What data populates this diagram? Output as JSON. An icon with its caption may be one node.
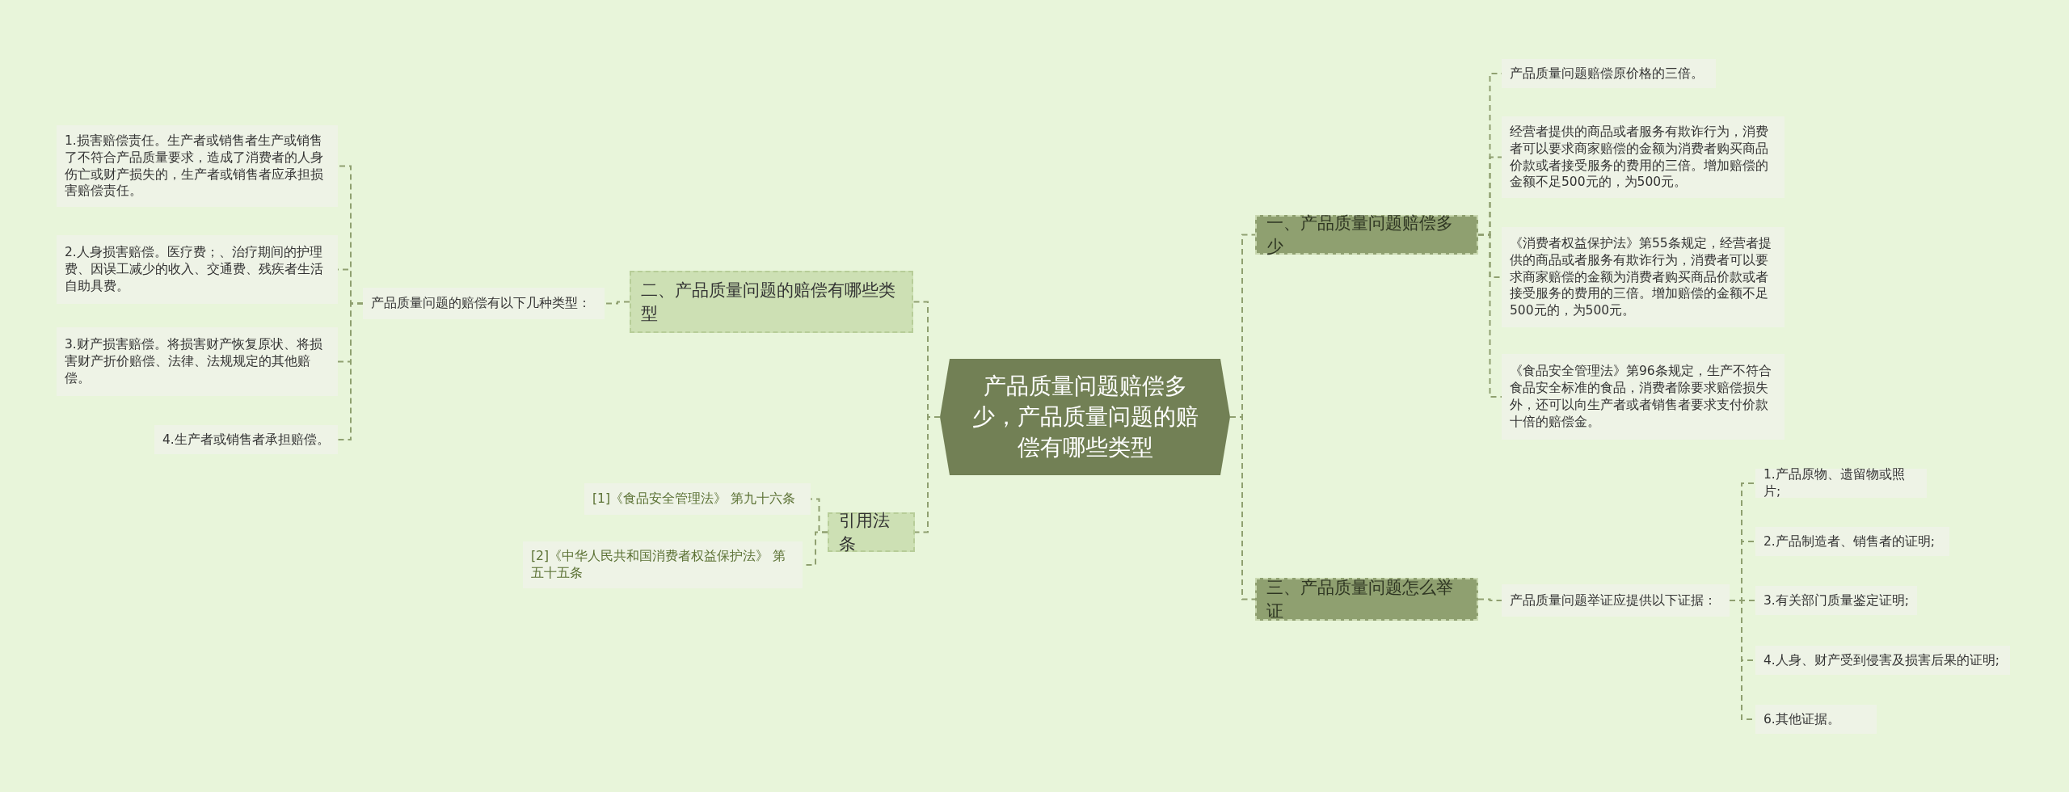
{
  "diagram": {
    "nodes": [
      {
        "text": [
          "产品质量问题赔偿多少，产品质量问题的赔偿有哪些类型"
        ]
      },
      {
        "text": [
          "一、产品质量问题赔偿多少"
        ]
      },
      {
        "text": [
          "产品质量问题赔偿原价格的三倍。"
        ]
      },
      {
        "text": [
          "经营者提供的商品或者服务有欺诈行为，消费者可以要求商家赔偿的金额为消费者购买商品价款或者接受服务的费用的三倍。增加赔偿的金额不足500元的，为500元。"
        ]
      },
      {
        "text": [
          "《消费者权益保护法》第55条规定，经营者提供的商品或者服务有欺诈行为，消费者可以要求商家赔偿的金额为消费者购买商品价款或者接受服务的费用的三倍。增加赔偿的金额不足500元的，为500元。"
        ]
      },
      {
        "text": [
          "《食品安全管理法》第96条规定，生产不符合食品安全标准的食品，消费者除要求赔偿损失外，还可以向生产者或者销售者要求支付价款十倍的赔偿金。"
        ]
      },
      {
        "text": [
          "三、产品质量问题怎么举证"
        ]
      },
      {
        "text": [
          "产品质量问题举证应提供以下证据："
        ]
      },
      {
        "text": [
          "1.产品原物、遗留物或照片;"
        ]
      },
      {
        "text": [
          "2.产品制造者、销售者的证明;"
        ]
      },
      {
        "text": [
          "3.有关部门质量鉴定证明;"
        ]
      },
      {
        "text": [
          "4.人身、财产受到侵害及损害后果的证明;"
        ]
      },
      {
        "text": [
          "6.其他证据。"
        ]
      },
      {
        "text": [
          "二、产品质量问题的赔偿有哪些类型"
        ]
      },
      {
        "text": [
          "产品质量问题的赔偿有以下几种类型："
        ]
      },
      {
        "text": [
          "1.损害赔偿责任。生产者或销售者生产或销售了不符合产品质量要求，造成了消费者的人身伤亡或财产损失的，生产者或销售者应承担损害赔偿责任。"
        ]
      },
      {
        "text": [
          "2.人身损害赔偿。医疗费；、治疗期间的护理费、因误工减少的收入、交通费、残疾者生活自助具费。"
        ]
      },
      {
        "text": [
          "3.财产损害赔偿。将损害财产恢复原状、将损害财产折价赔偿、法律、法规规定的其他赔偿。"
        ]
      },
      {
        "text": [
          "4.生产者或销售者承担赔偿。"
        ]
      },
      {
        "text": [
          "引用法条"
        ]
      },
      {
        "text": [
          "[1]《食品安全管理法》 第九十六条"
        ]
      },
      {
        "text": [
          "[2]《中华人民共和国消费者权益保护法》 第五十五条"
        ]
      }
    ],
    "edges": [
      {
        "from": 0,
        "to": 1,
        "arrow": "none"
      },
      {
        "from": 1,
        "to": 2,
        "arrow": "none"
      },
      {
        "from": 1,
        "to": 3,
        "arrow": "none"
      },
      {
        "from": 1,
        "to": 4,
        "arrow": "none"
      },
      {
        "from": 1,
        "to": 5,
        "arrow": "none"
      },
      {
        "from": 0,
        "to": 6,
        "arrow": "none"
      },
      {
        "from": 6,
        "to": 7,
        "arrow": "none"
      },
      {
        "from": 7,
        "to": 8,
        "arrow": "none"
      },
      {
        "from": 7,
        "to": 9,
        "arrow": "none"
      },
      {
        "from": 7,
        "to": 10,
        "arrow": "none"
      },
      {
        "from": 7,
        "to": 11,
        "arrow": "none"
      },
      {
        "from": 7,
        "to": 12,
        "arrow": "none"
      },
      {
        "from": 0,
        "to": 13,
        "arrow": "none"
      },
      {
        "from": 13,
        "to": 14,
        "arrow": "none"
      },
      {
        "from": 14,
        "to": 15,
        "arrow": "none"
      },
      {
        "from": 14,
        "to": 16,
        "arrow": "none"
      },
      {
        "from": 14,
        "to": 17,
        "arrow": "none"
      },
      {
        "from": 14,
        "to": 18,
        "arrow": "none"
      },
      {
        "from": 0,
        "to": 19,
        "arrow": "none"
      },
      {
        "from": 19,
        "to": 20,
        "arrow": "none"
      },
      {
        "from": 19,
        "to": 21,
        "arrow": "none"
      }
    ]
  }
}
